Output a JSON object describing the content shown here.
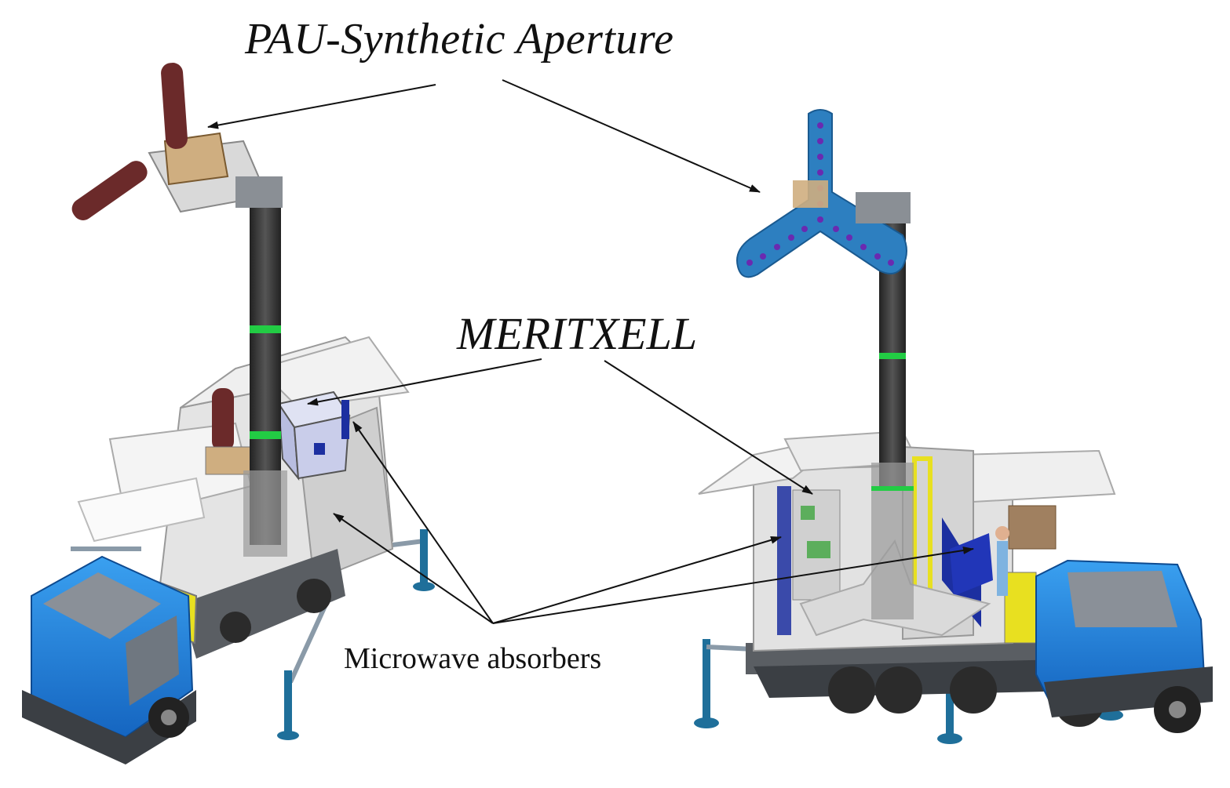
{
  "labels": {
    "pau": "PAU-Synthetic Aperture",
    "meritxell": "MERITXELL",
    "absorbers": "Microwave absorbers"
  },
  "colors": {
    "truck_blue": "#1f7fd8",
    "truck_dark": "#3b3f44",
    "mast": "#3a3a3a",
    "antenna_left": "#6b2a2a",
    "antenna_right": "#2d7fc0",
    "container": "#d8d8d8",
    "accent_yellow": "#e8e020",
    "absorber_blue": "#1c2fa0",
    "ring_green": "#22cc44"
  }
}
